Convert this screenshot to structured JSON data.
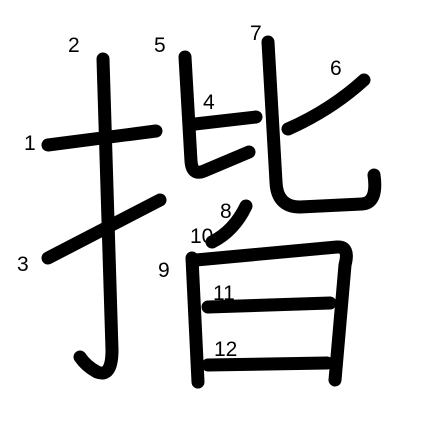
{
  "diagram": {
    "character": "揩",
    "ink_color": "#000000",
    "background_color": "#ffffff",
    "strokes": [
      {
        "order": 1,
        "label": "1"
      },
      {
        "order": 2,
        "label": "2"
      },
      {
        "order": 3,
        "label": "3"
      },
      {
        "order": 4,
        "label": "4"
      },
      {
        "order": 5,
        "label": "5"
      },
      {
        "order": 6,
        "label": "6"
      },
      {
        "order": 7,
        "label": "7"
      },
      {
        "order": 8,
        "label": "8"
      },
      {
        "order": 9,
        "label": "9"
      },
      {
        "order": 10,
        "label": "10"
      },
      {
        "order": 11,
        "label": "11"
      },
      {
        "order": 12,
        "label": "12"
      }
    ]
  }
}
